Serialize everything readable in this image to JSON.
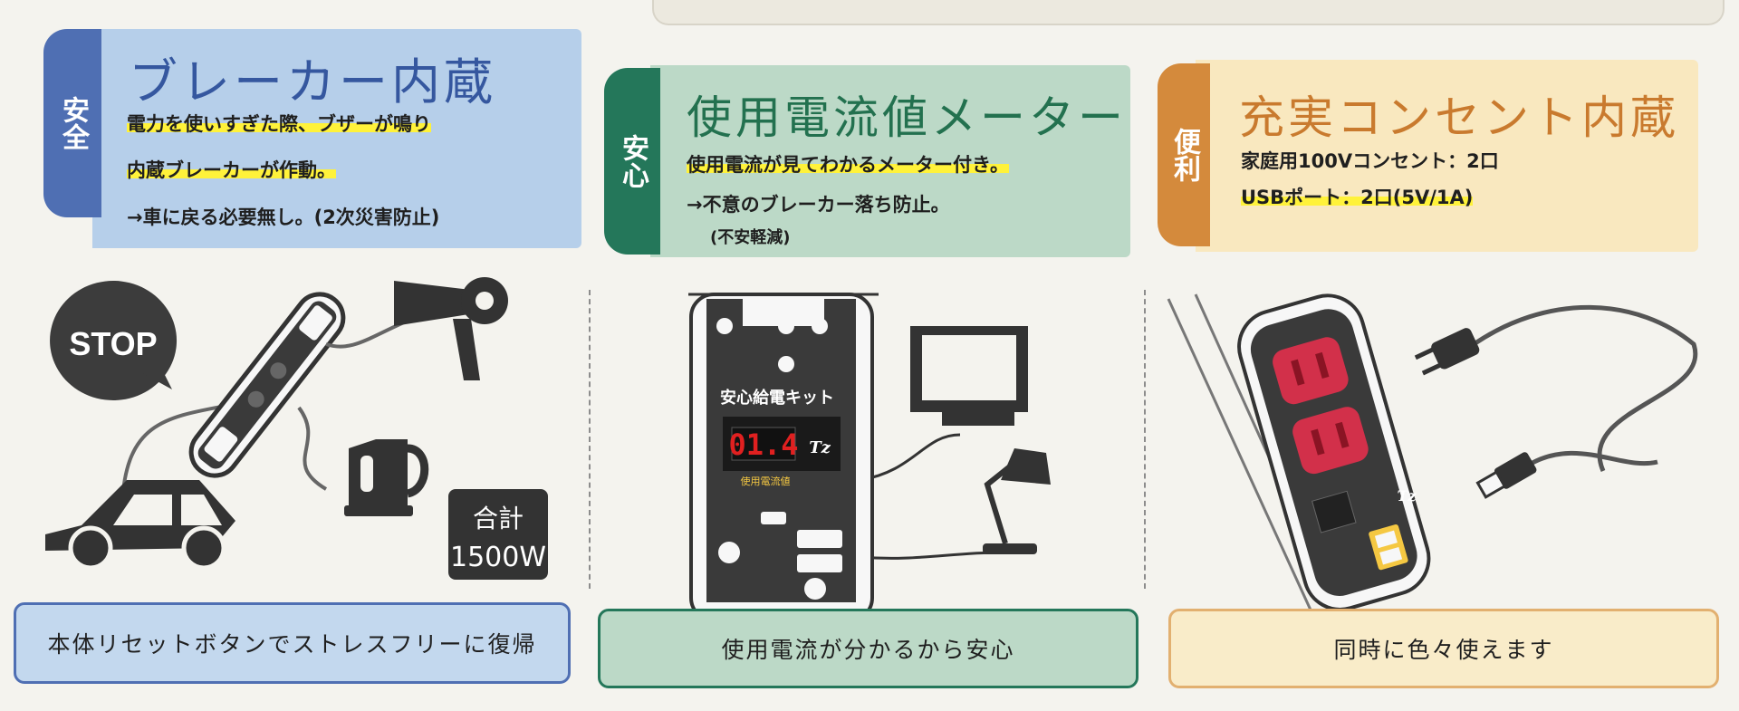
{
  "colors": {
    "blue_tag": "#4f6fb3",
    "blue_panel": "#b6cfea",
    "blue_title": "#35579f",
    "green_tag": "#24775a",
    "green_panel": "#bcd9c7",
    "green_title": "#23714f",
    "orange_tag": "#d48a3c",
    "orange_panel": "#f9e8bf",
    "orange_title": "#c97a2e",
    "highlight": "#fff23a",
    "outlet_red": "#d2304a",
    "display_red": "#e02020"
  },
  "sections": [
    {
      "tag": "安全",
      "title": "ブレーカー内蔵",
      "lines": [
        "電力を使いすぎた際、ブザーが鳴り",
        "内蔵ブレーカーが作動。",
        "→車に戻る必要無し。(2次災害防止)"
      ],
      "caption": "本体リセットボタンでストレスフリーに復帰",
      "illustration": {
        "stop_label": "STOP",
        "total_label": "合計",
        "total_value": "1500W",
        "icons": [
          "speech-bubble-icon",
          "car-icon",
          "power-strip-icon",
          "hair-dryer-icon",
          "electric-kettle-icon"
        ]
      }
    },
    {
      "tag": "安心",
      "title": "使用電流値メーター",
      "lines": [
        "使用電流が見てわかるメーター付き。",
        "→不意のブレーカー落ち防止。",
        "(不安軽減)"
      ],
      "caption": "使用電流が分かるから安心",
      "illustration": {
        "device_label": "安心給電キット",
        "meter_value": "01.4",
        "meter_label": "使用電流値",
        "brand": "Tz",
        "icons": [
          "power-strip-icon",
          "tv-monitor-icon",
          "desk-lamp-icon"
        ]
      }
    },
    {
      "tag": "便利",
      "title": "充実コンセント内蔵",
      "lines": [
        "家庭用100Vコンセント：2口",
        "USBポート：2口(5V/1A)"
      ],
      "caption": "同時に色々使えます",
      "illustration": {
        "brand": "Tz",
        "icons": [
          "power-strip-icon",
          "ac-plug-icon",
          "usb-plug-icon"
        ]
      }
    }
  ]
}
